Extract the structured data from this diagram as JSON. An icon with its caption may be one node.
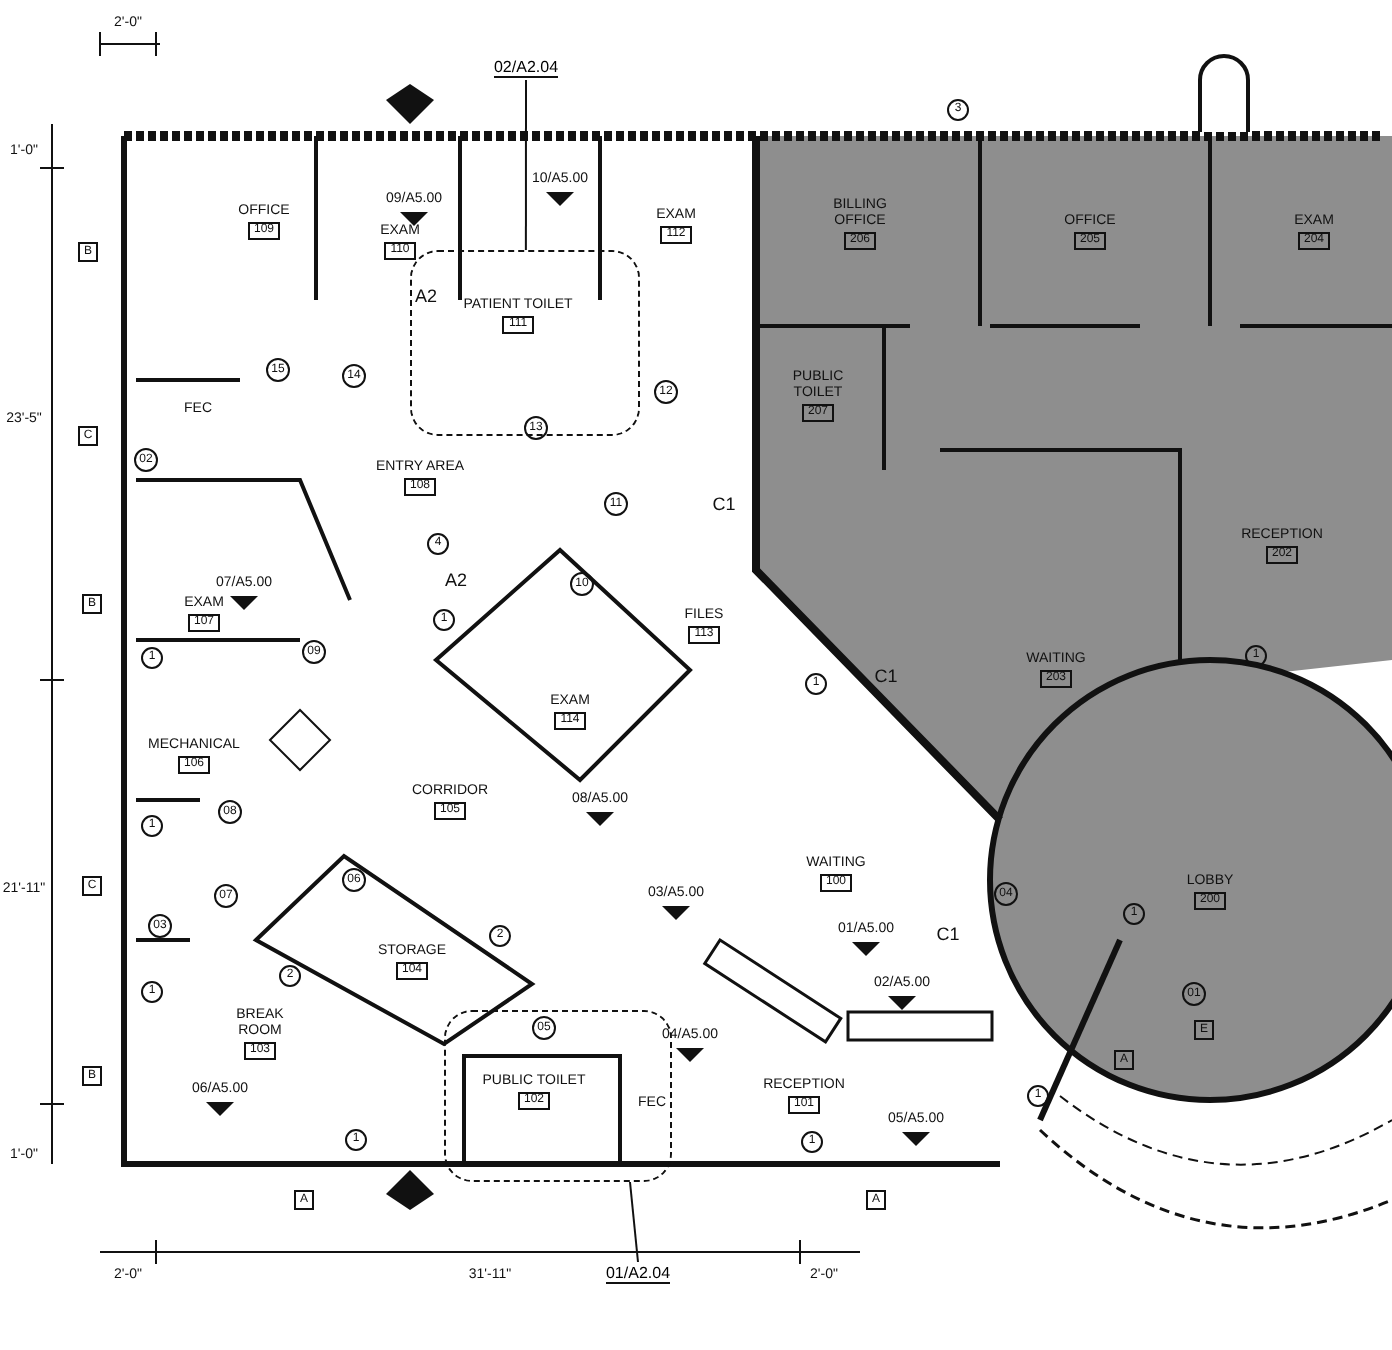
{
  "diagram": {
    "nodes": [
      {
        "text": [
          "02/A2.04"
        ]
      },
      {
        "text": [
          "OFFICE",
          "109"
        ]
      },
      {
        "text": [
          "EXAM",
          "110"
        ]
      },
      {
        "text": [],
        "shape": "box"
      },
      {
        "text": [
          "PATIENT TOILET",
          "111"
        ],
        "in": 3
      },
      {
        "text": [
          "EXAM",
          "112"
        ]
      },
      {
        "text": [
          "BILLING OFFICE",
          "206"
        ]
      },
      {
        "text": [
          "OFFICE",
          "205"
        ]
      },
      {
        "text": [
          "EXAM",
          "204"
        ]
      },
      {
        "text": [
          "PUBLIC TOILET",
          "207"
        ]
      },
      {
        "text": [
          "ENTRY AREA",
          "108"
        ]
      },
      {
        "text": [
          "RECEPTION",
          "202"
        ]
      },
      {
        "text": [
          "EXAM",
          "107"
        ]
      },
      {
        "text": [
          "FILES",
          "113"
        ]
      },
      {
        "text": [
          "WAITING",
          "203"
        ]
      },
      {
        "text": [
          "EXAM",
          "114"
        ]
      },
      {
        "text": [
          "MECHANICAL",
          "106"
        ]
      },
      {
        "text": [
          "CORRIDOR",
          "105"
        ]
      },
      {
        "text": [
          "WAITING",
          "100"
        ]
      },
      {
        "text": [
          "LOBBY",
          "200"
        ]
      },
      {
        "text": [
          "STORAGE",
          "104"
        ]
      },
      {
        "text": [
          "BREAK ROOM",
          "103"
        ]
      },
      {
        "text": [],
        "shape": "box"
      },
      {
        "text": [
          "PUBLIC TOILET",
          "102"
        ],
        "in": 22
      },
      {
        "text": [
          "RECEPTION",
          "101"
        ]
      },
      {
        "text": [
          "01/A2.04"
        ]
      }
    ],
    "edges": [
      {
        "from": 0,
        "to": 3,
        "arrow": "none"
      },
      {
        "from": 25,
        "to": 22,
        "arrow": "none"
      }
    ],
    "labels": [
      "2'-0\"",
      "3",
      "1'-0\"",
      "B",
      "09/A5.00",
      "10/A5.00",
      "A2",
      "15",
      "14",
      "13",
      "12",
      "FEC",
      "23'-5\"",
      "C",
      "02",
      "11",
      "C1",
      "4",
      "07/A5.00",
      "10",
      "B",
      "A2",
      "09",
      "1",
      "1",
      "1",
      "C1",
      "1",
      "08/A5.00",
      "08",
      "1",
      "21'-11\"",
      "C",
      "07",
      "06",
      "03/A5.00",
      "04",
      "1",
      "03",
      "01/A5.00",
      "C1",
      "2",
      "2",
      "02/A5.00",
      "1",
      "01",
      "05",
      "E",
      "06/A5.00",
      "B",
      "04/A5.00",
      "A",
      "FEC",
      "05/A5.00",
      "1",
      "1",
      "1",
      "1'-0\"",
      "A",
      "A",
      "2'-0\"",
      "31'-11\"",
      "2'-0\""
    ]
  }
}
